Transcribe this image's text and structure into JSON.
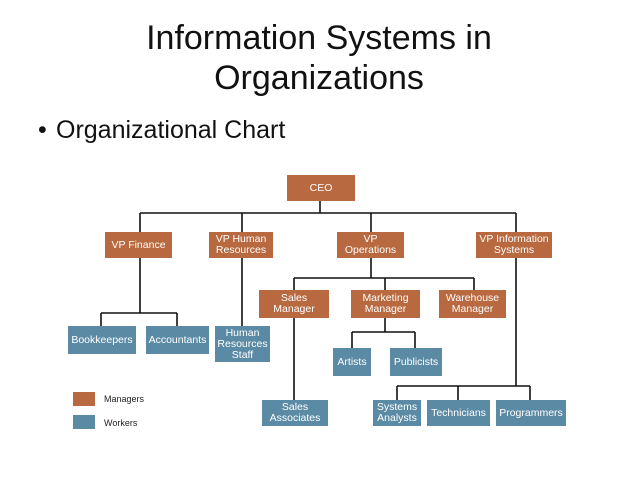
{
  "slide": {
    "title_line1": "Information Systems in",
    "title_line2": "Organizations",
    "bullet": "Organizational Chart"
  },
  "org": {
    "ceo": "CEO",
    "vp_finance": "VP Finance",
    "vp_hr": "VP Human\nResources",
    "vp_operations": "VP\nOperations",
    "vp_is": "VP Information\nSystems",
    "sales_manager": "Sales\nManager",
    "marketing_manager": "Marketing\nManager",
    "warehouse_manager": "Warehouse\nManager",
    "bookkeepers": "Bookkeepers",
    "accountants": "Accountants",
    "hr_staff": "Human\nResources\nStaff",
    "artists": "Artists",
    "publicists": "Publicists",
    "sales_associates": "Sales\nAssociates",
    "systems_analysts": "Systems\nAnalysts",
    "technicians": "Technicians",
    "programmers": "Programmers"
  },
  "legend": {
    "managers": "Managers",
    "workers": "Workers",
    "manager_color": "#b8693f",
    "worker_color": "#5b8aa5"
  }
}
